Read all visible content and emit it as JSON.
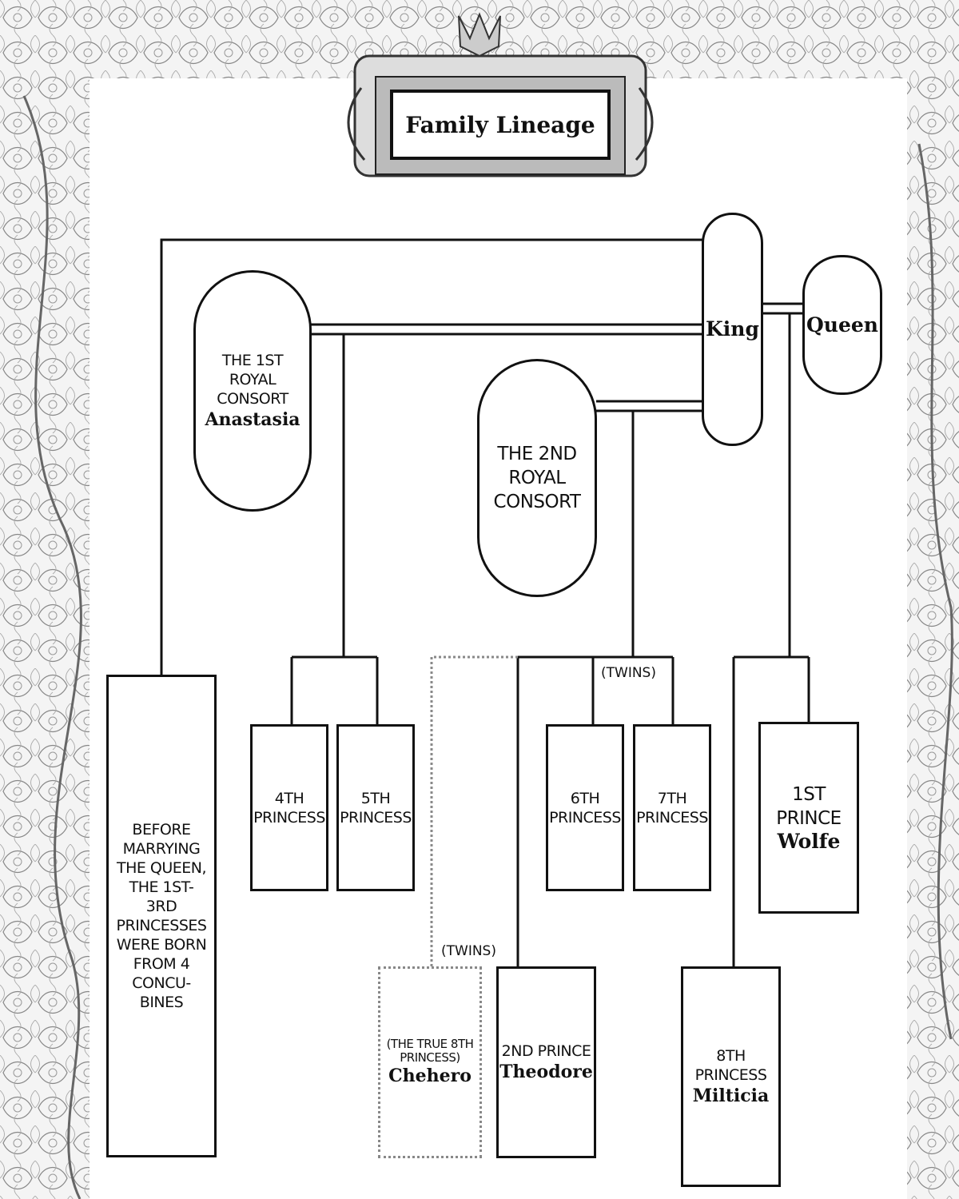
{
  "title": "Family Lineage",
  "nodes": {
    "king": {
      "name": "King"
    },
    "queen": {
      "name": "Queen"
    },
    "consort1": {
      "caption": "THE 1ST ROYAL CONSORT",
      "name": "Anastasia"
    },
    "consort2": {
      "caption": "THE 2ND ROYAL CONSORT"
    },
    "concubines_note": {
      "caption": "BEFORE MARRYING THE QUEEN, THE 1ST-3RD PRINCESSES WERE BORN FROM 4 CONCU- BINES"
    },
    "princess4": {
      "caption": "4TH PRINCESS"
    },
    "princess5": {
      "caption": "5TH PRINCESS"
    },
    "princess6": {
      "caption": "6TH PRINCESS"
    },
    "princess7": {
      "caption": "7TH PRINCESS"
    },
    "prince1": {
      "caption": "1ST PRINCE",
      "name": "Wolfe"
    },
    "chehero": {
      "caption": "(THE TRUE 8TH PRINCESS)",
      "name": "Chehero"
    },
    "prince2": {
      "caption": "2ND PRINCE",
      "name": "Theodore"
    },
    "princess8": {
      "caption": "8TH PRINCESS",
      "name": "Milticia"
    }
  },
  "annotations": {
    "twins_upper": "(TWINS)",
    "twins_lower": "(TWINS)"
  },
  "colors": {
    "ink": "#111111",
    "dotted": "#888888",
    "background": "#ffffff"
  }
}
